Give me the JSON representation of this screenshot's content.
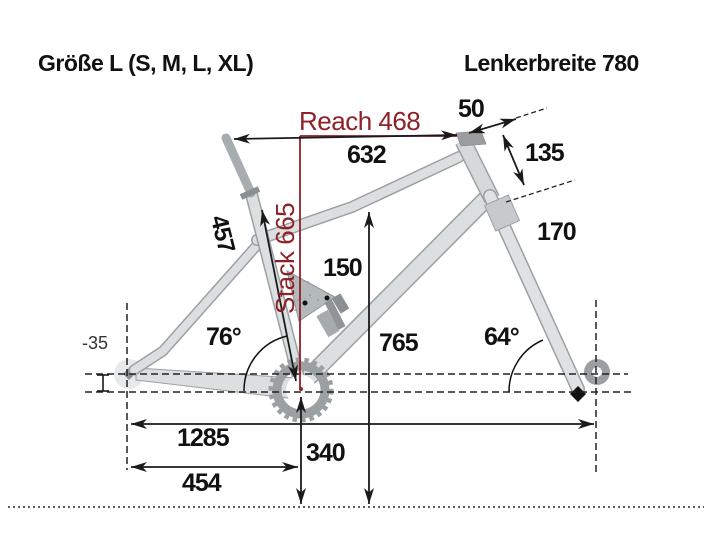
{
  "header": {
    "size_label": "Größe L (S, M, L, XL)",
    "handlebar_width_label": "Lenkerbreite 780"
  },
  "measurements": {
    "reach": "Reach 468",
    "stack": "Stack 665",
    "effective_top_tube": "632",
    "stem_length": "50",
    "head_tube_length": "135",
    "fork_travel": "170",
    "rear_travel": "150",
    "seat_tube_length": "457",
    "standover_height": "765",
    "seat_tube_angle": "76°",
    "head_tube_angle": "64°",
    "bb_drop": "-35",
    "wheelbase": "1285",
    "chainstay_length": "454",
    "bb_height": "340"
  },
  "colors": {
    "accent_red": "#8e2127",
    "line_black": "#1a1a1a",
    "frame_gray": "#dcdfe0",
    "frame_outline": "#9aa0a4",
    "dark_gray_parts": "#8f9497"
  }
}
